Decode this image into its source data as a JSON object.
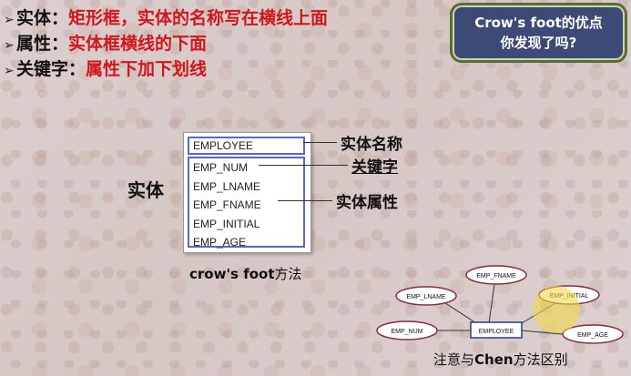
{
  "bullets": [
    {
      "term": "实体：",
      "desc": "矩形框，实体的名称写在横线上面"
    },
    {
      "term": "属性：",
      "desc": "实体框横线的下面"
    },
    {
      "term": "关键字：",
      "desc": "属性下加下划线"
    }
  ],
  "callout": {
    "line1": "Crow's foot的优点",
    "line2": "你发现了吗?"
  },
  "entity_label": "实体",
  "entity": {
    "name": "EMPLOYEE",
    "attributes": [
      "EMP_NUM",
      "EMP_LNAME",
      "EMP_FNAME",
      "EMP_INITIAL",
      "EMP_AGE"
    ]
  },
  "annotations": {
    "entity_name": "实体名称",
    "key": "关键字",
    "attributes": "实体属性"
  },
  "caption_crow": {
    "bold": "crow's foot",
    "rest": "方法"
  },
  "chen": {
    "entity": "EMPLOYEE",
    "attributes": [
      "EMP_FNAME",
      "EMP_LNAME",
      "EMP_INITIAL",
      "EMP_NUM",
      "EMP_AGE"
    ]
  },
  "caption_chen": {
    "pre": "注意与",
    "bold": "Chen",
    "post": "方法区别"
  },
  "colors": {
    "red_text": "#d0151c",
    "callout_bg": "#3d4a77",
    "entity_border": "#5a66c9",
    "chen_ellipse": "#8a2a3a"
  }
}
